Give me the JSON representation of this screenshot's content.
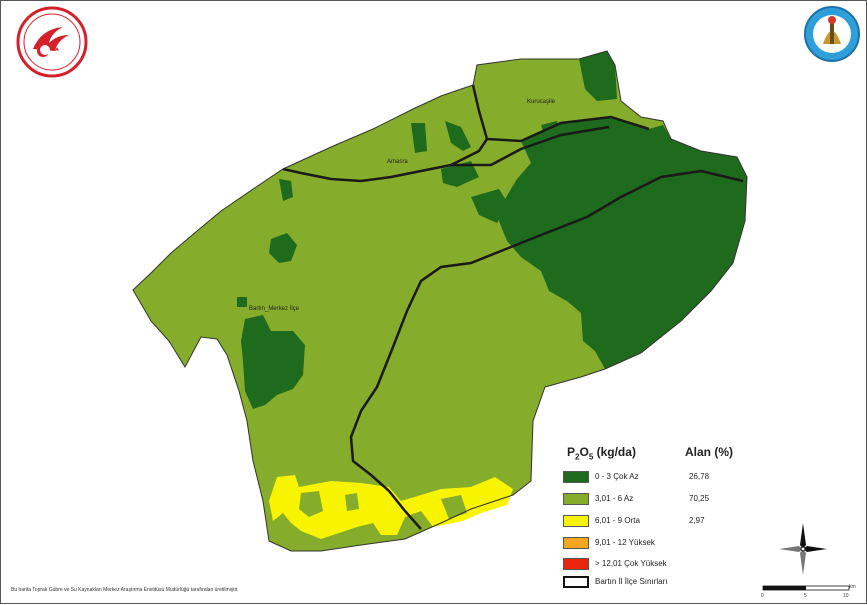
{
  "map": {
    "districts": [
      {
        "id": "kurucasile",
        "label": "Kurucaşile"
      },
      {
        "id": "amasra",
        "label": "Amasra"
      },
      {
        "id": "merkez",
        "label": "Bartın_Merkez İlçe"
      }
    ],
    "colors": {
      "cok_az": "#1e6b1e",
      "az": "#85ac2a",
      "orta": "#f8f400",
      "yuksek": "#f5a623",
      "cok_yuksek": "#e8250f",
      "boundary": "#1a1a1a"
    }
  },
  "legend": {
    "title_prefix": "P",
    "title_sub1": "2",
    "title_mid": "O",
    "title_sub2": "5",
    "title_suffix": " (kg/da)",
    "area_header": "Alan (%)",
    "items": [
      {
        "label": "0 - 3 Çok Az",
        "pct": "26,78",
        "color": "#1e6b1e"
      },
      {
        "label": "3,01 - 6 Az",
        "pct": "70,25",
        "color": "#85ac2a"
      },
      {
        "label": "6,01 - 9 Orta",
        "pct": "2,97",
        "color": "#f8f400"
      },
      {
        "label": "9,01 - 12 Yüksek",
        "pct": "",
        "color": "#f5a623"
      },
      {
        "label": "> 12,01 Çok Yüksek",
        "pct": "",
        "color": "#e8250f"
      },
      {
        "label": "Bartın İl İlçe Sınırları",
        "pct": "",
        "color": "#ffffff"
      }
    ]
  },
  "scale": {
    "ticks": [
      "0",
      "5",
      "10"
    ],
    "unit": "km"
  },
  "credit": "Bu harita Toprak Gübre ve Su Kaynakları Merkez Araştırma Enstitüsü Müdürlüğü tarafından üretilmiştir."
}
